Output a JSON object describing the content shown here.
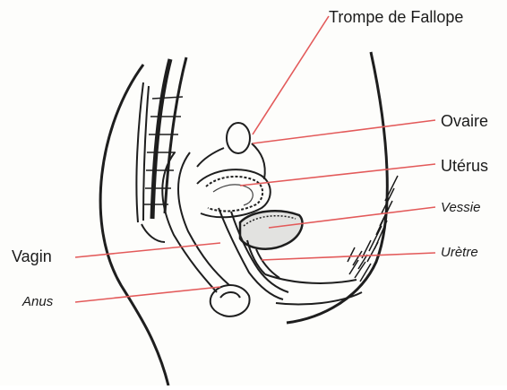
{
  "labels": {
    "trompe": "Trompe de Fallope",
    "ovaire": "Ovaire",
    "uterus": "Utérus",
    "vessie": "Vessie",
    "uretre": "Urètre",
    "vagin": "Vagin",
    "anus": "Anus"
  },
  "colors": {
    "leader_line": "#e35a5a",
    "outline": "#1e1e1e",
    "pubic_hair": "#1a1a1a"
  }
}
